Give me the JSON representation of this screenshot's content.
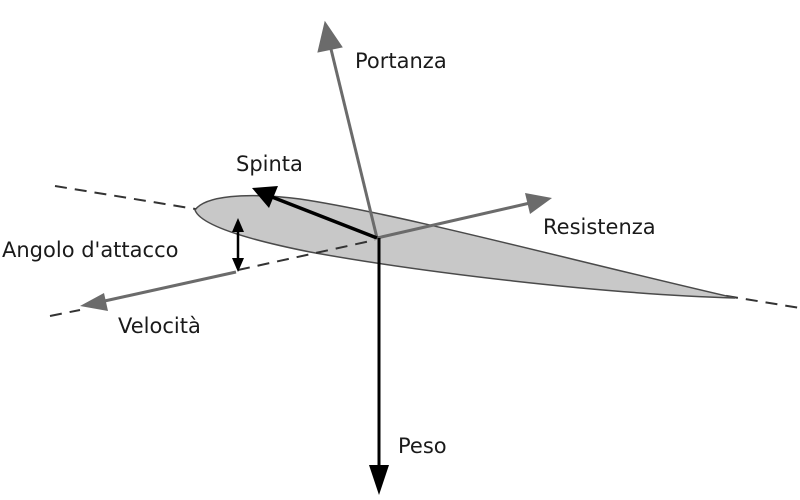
{
  "labels": {
    "lift": "Portanza",
    "thrust": "Spinta",
    "drag": "Resistenza",
    "angle_of_attack": "Angolo d'attacco",
    "velocity": "Velocità",
    "weight": "Peso"
  },
  "colors": {
    "background": "#ffffff",
    "airfoil_fill": "#c8c8c8",
    "airfoil_stroke": "#4a4a4a",
    "grey_arrow": "#6b6b6b",
    "black_arrow": "#000000",
    "dashed_line": "#333333"
  }
}
